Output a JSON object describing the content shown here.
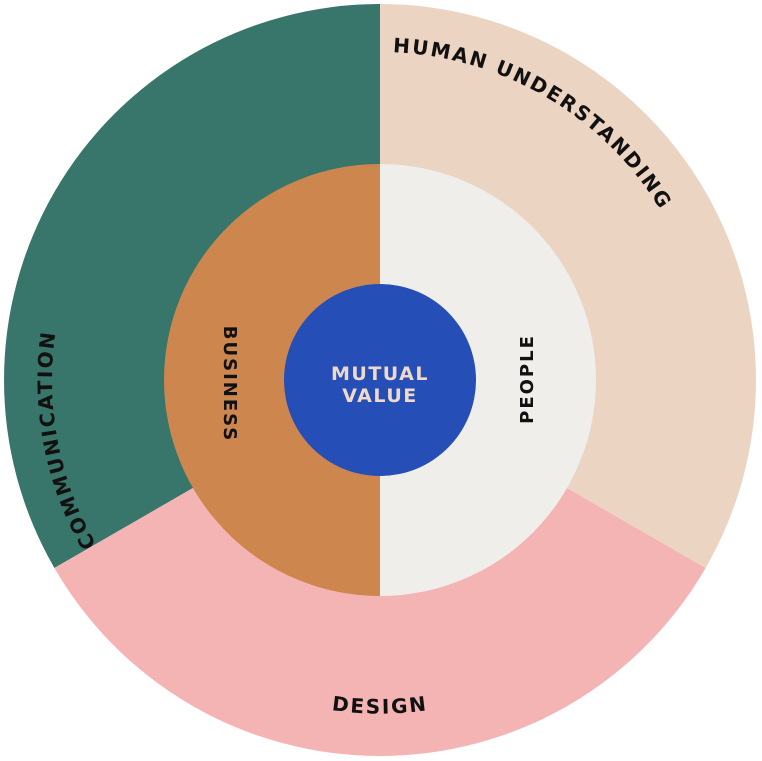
{
  "outer_ring": {
    "communication": {
      "label": "COMMUNICATION",
      "color": "#38756A"
    },
    "human_understanding": {
      "label": "HUMAN UNDERSTANDING",
      "color": "#ECD4C3"
    },
    "design": {
      "label": "DESIGN",
      "color": "#F4B4B4"
    }
  },
  "inner_ring": {
    "business": {
      "label": "BUSINESS",
      "color": "#CE864F"
    },
    "people": {
      "label": "PEOPLE",
      "color": "#F0EEEA"
    }
  },
  "center": {
    "line1": "MUTUAL",
    "line2": "VALUE",
    "color": "#254FB6",
    "text_color": "#EFD9CD"
  }
}
